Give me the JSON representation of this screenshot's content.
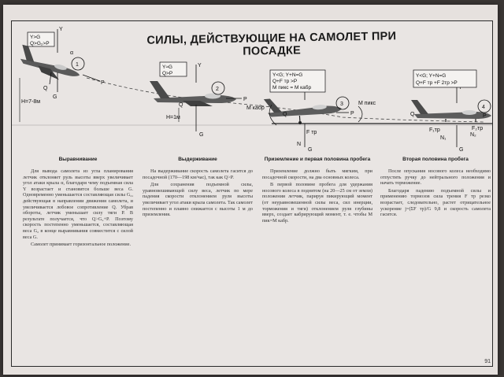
{
  "title": "СИЛЫ, ДЕЙСТВУЮЩИЕ НА САМОЛЕТ ПРИ ПОСАДКЕ",
  "stages": [
    {
      "number": "1",
      "formulas": [
        "Y>G",
        "Q>G₂>P"
      ],
      "labels": {
        "Y": "Y",
        "P": "P",
        "Q": "Q",
        "G": "G",
        "alpha": "α"
      }
    },
    {
      "number": "2",
      "formulas": [
        "Y≈G",
        "Q>P"
      ],
      "labels": {
        "Y": "Y",
        "P": "P",
        "Q": "Q",
        "G": "G"
      }
    },
    {
      "number": "3",
      "formulas": [
        "Y<G; Y+N=G",
        "Q+F тр >P",
        "M пикс = M кабр"
      ],
      "labels": {
        "Y": "Y",
        "P": "P",
        "Q": "Q",
        "G": "G",
        "N": "N",
        "F": "F тр",
        "Mkabr": "M кабр",
        "Mpiks": "M пикс"
      }
    },
    {
      "number": "4",
      "formulas": [
        "Y<G; Y+N=G",
        "Q+F тр +F 2тр >P"
      ],
      "labels": {
        "Y": "Y",
        "P": "P",
        "Q": "Q",
        "G": "G",
        "N1": "N₁",
        "N2": "N₂",
        "F1": "F₁тр",
        "F2": "F₂тр"
      }
    }
  ],
  "heights": {
    "h1": "H=7-8м",
    "h2": "H=1м"
  },
  "columns": [
    {
      "heading": "Выравнивание",
      "paragraphs": [
        "Для вывода самолета из угла планирования летчик отклоняет руль высоты вверх увеличивает угол атаки крыла α, благодаря чему подъемная сила Y возрастает и становится больше веса G. Одновременно уменьшается составляющая силы G₂, действующая в направлении движения самолета, и увеличивается лобовое сопротивление Q. Убрав обороты, летчик уменьшает силу тяги P. В результате получается, что Q>G₂+P. Поэтому скорость постепенно уменьшается, составляющая веса G₂ в конце выравнивания совместится с силой веса G.",
        "Самолет принимает горизонтальное положение."
      ]
    },
    {
      "heading": "Выдерживание",
      "paragraphs": [
        "На выдерживание скорость самолета гасится до посадочной (170—198 км/час), так как Q>P.",
        "Для сохранения подъемной силы, уравновешивающей силу веса, летчик по мере падения скорости отклонением руля высоты увеличивает угол атаки крыла самолета. Так самолет постепенно и плавно снижается с высоты 1 м до приземления."
      ]
    },
    {
      "heading": "Приземление и первая половина пробега",
      "paragraphs": [
        "Приземление должно быть мягким, при посадочной скорости, на два основных колеса.",
        "В первой половине пробега для удержания носового колеса в поднятом (на 20—25 см от земли) положении летчик, парируя пикирующий момент (от неуравновешенной силы веса, сил инерции, торможения и тяги) отклонением руля глубины вверх, создает кабрирующий момент, т. е. чтобы M пик=M кабр."
      ]
    },
    {
      "heading": "Вторая половина пробега",
      "paragraphs": [
        "После опускания носового колеса необходимо отпустить ручку до нейтрального положения и начать торможение.",
        "Благодаря падению подъемной силы и применению тормозов сила трения F тр резко возрастает, следовательно, растет отрицательное ускорение j=(ΣF тр)/G 9,8 и скорость самолета гасится."
      ]
    }
  ],
  "page_number": "91"
}
